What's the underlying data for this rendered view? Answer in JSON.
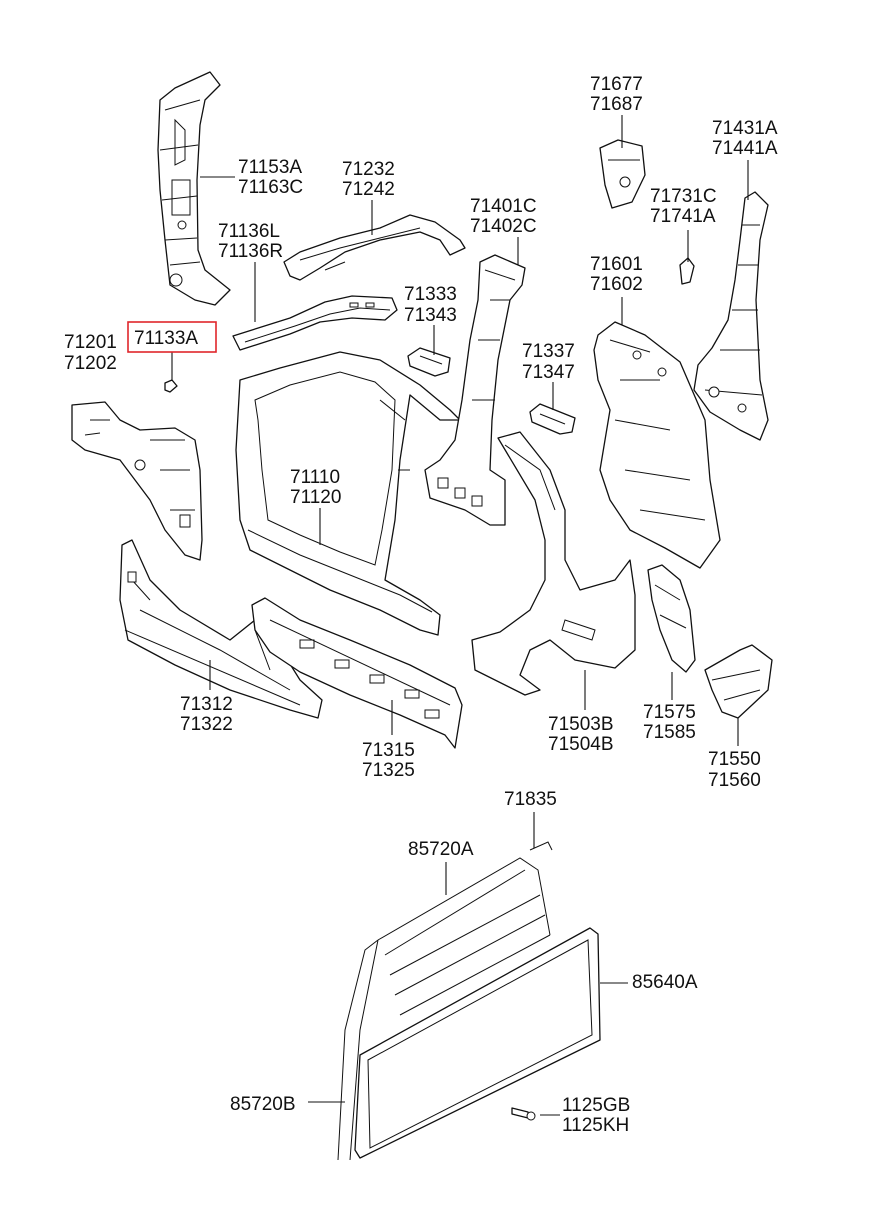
{
  "colors": {
    "line": "#111111",
    "background": "#ffffff",
    "highlight": "#e0262b"
  },
  "highlighted_part": "71133A",
  "labels": {
    "p71153A": "71153A",
    "p71163C": "71163C",
    "p71232": "71232",
    "p71242": "71242",
    "p71136L": "71136L",
    "p71136R": "71136R",
    "p71201": "71201",
    "p71202": "71202",
    "p71133A": "71133A",
    "p71401C": "71401C",
    "p71402C": "71402C",
    "p71677": "71677",
    "p71687": "71687",
    "p71431A": "71431A",
    "p71441A": "71441A",
    "p71731C": "71731C",
    "p71741A": "71741A",
    "p71601": "71601",
    "p71602": "71602",
    "p71333": "71333",
    "p71343": "71343",
    "p71337": "71337",
    "p71347": "71347",
    "p71110": "71110",
    "p71120": "71120",
    "p71312": "71312",
    "p71322": "71322",
    "p71315": "71315",
    "p71325": "71325",
    "p71503B": "71503B",
    "p71504B": "71504B",
    "p71575": "71575",
    "p71585": "71585",
    "p71550": "71550",
    "p71560": "71560",
    "p71835": "71835",
    "p85720A": "85720A",
    "p85640A": "85640A",
    "p85720B": "85720B",
    "p1125GB": "1125GB",
    "p1125KH": "1125KH"
  }
}
